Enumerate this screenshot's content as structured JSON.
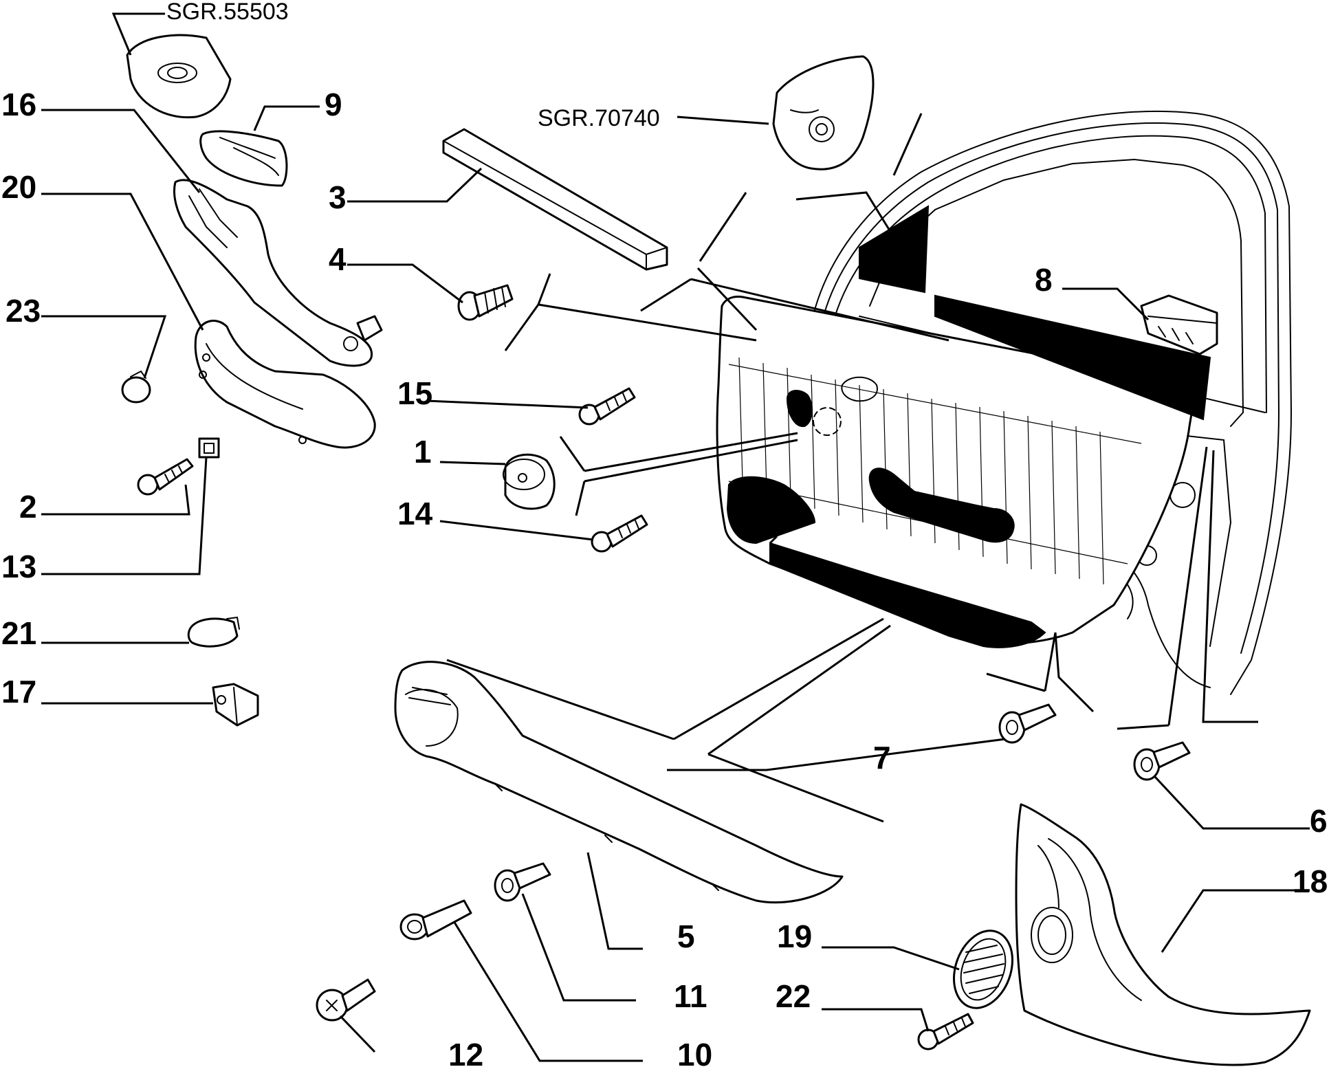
{
  "diagram": {
    "references": {
      "sgr_55503": "SGR.55503",
      "sgr_70740": "SGR.70740"
    },
    "callouts": {
      "c1": "1",
      "c2": "2",
      "c3": "3",
      "c4": "4",
      "c5": "5",
      "c6": "6",
      "c7": "7",
      "c8": "8",
      "c9": "9",
      "c10": "10",
      "c11": "11",
      "c12": "12",
      "c13": "13",
      "c14": "14",
      "c15": "15",
      "c16": "16",
      "c17": "17",
      "c18": "18",
      "c19": "19",
      "c20": "20",
      "c21": "21",
      "c22": "22",
      "c23": "23"
    }
  }
}
